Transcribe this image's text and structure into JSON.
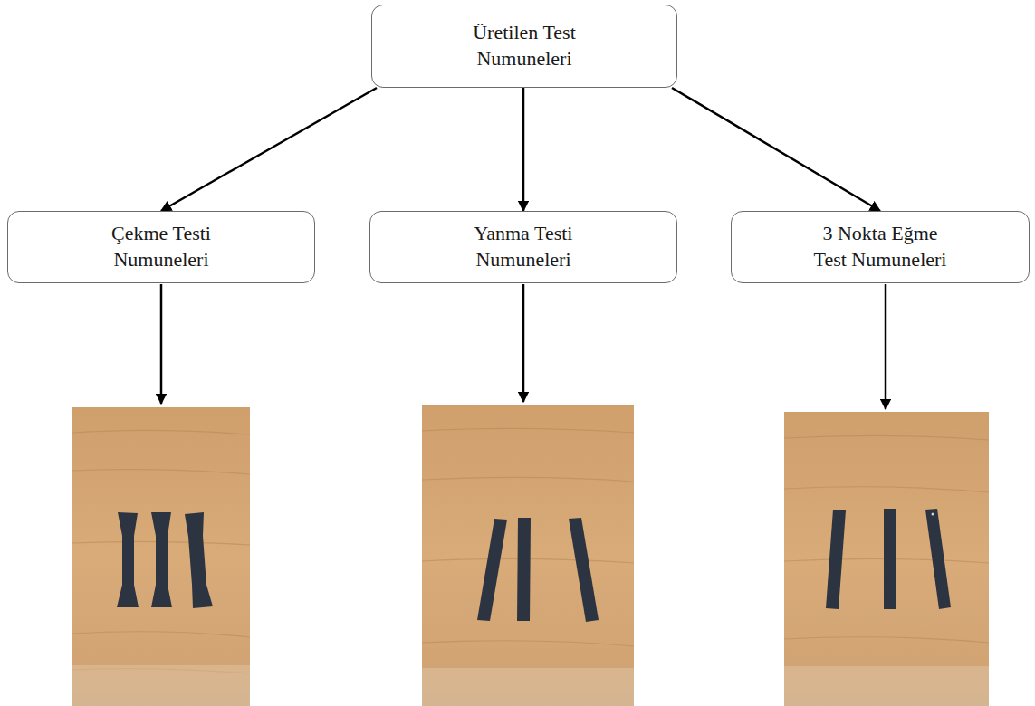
{
  "diagram": {
    "nodes": [
      {
        "text": [
          "Üretilen Test Numuneleri"
        ]
      },
      {
        "text": [
          "Çekme Testi Numuneleri"
        ]
      },
      {
        "text": [
          "Yanma Testi Numuneleri"
        ]
      },
      {
        "text": [
          "3 Nokta Eğme Test Numuneleri"
        ]
      }
    ],
    "edges": [
      {
        "from": 0,
        "to": 1,
        "arrow": "to"
      },
      {
        "from": 0,
        "to": 2,
        "arrow": "to"
      },
      {
        "from": 0,
        "to": 3,
        "arrow": "to"
      }
    ]
  }
}
